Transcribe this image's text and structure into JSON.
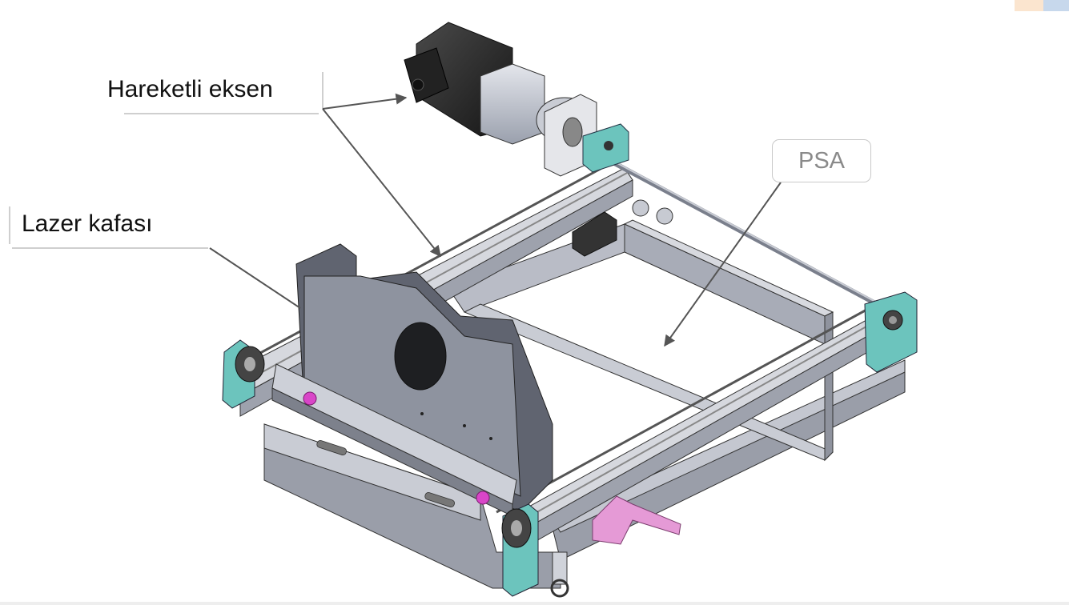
{
  "labels": {
    "moving_axis": "Hareketli eksen",
    "laser_head": "Lazer kafası",
    "psa": "PSA"
  },
  "colors": {
    "frame_metal": "#b8bcc8",
    "frame_dark": "#8e929e",
    "motor": "#2b2b2b",
    "bracket_teal": "#6cc4bd",
    "pink_part": "#e59ad6",
    "magenta_knob": "#d946c8",
    "arrow": "#555555"
  }
}
